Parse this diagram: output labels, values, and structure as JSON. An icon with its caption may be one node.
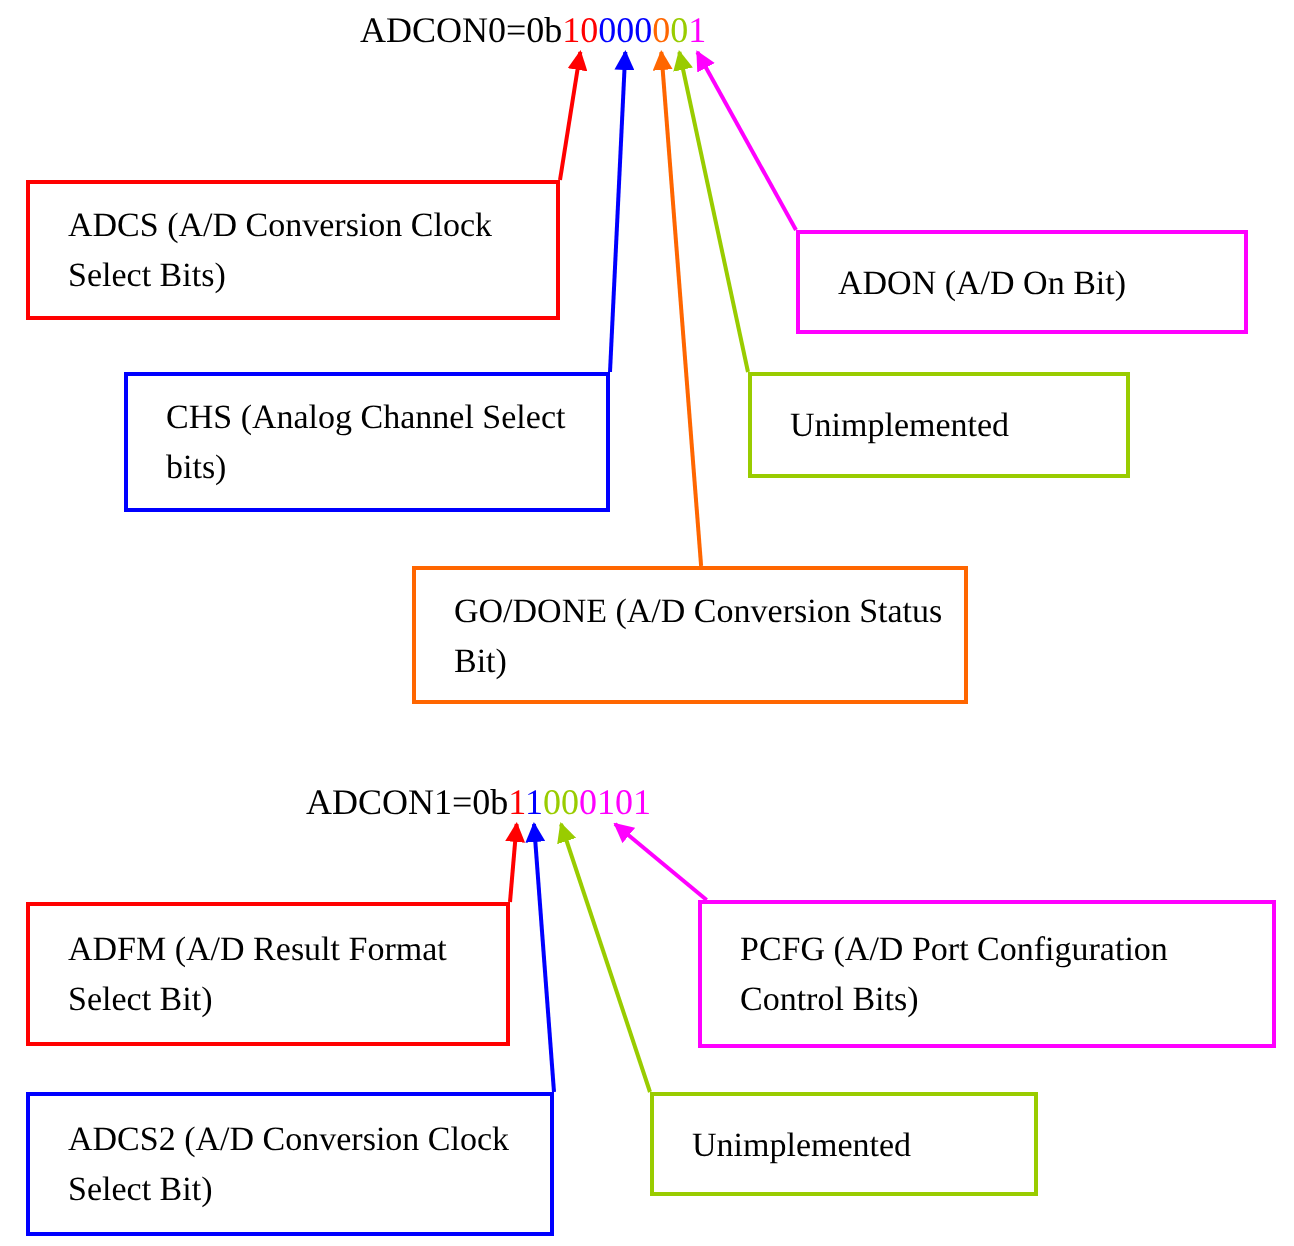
{
  "diagram": {
    "nodes": [
      {
        "text": [
          "ADCON0=0b10000001"
        ]
      },
      {
        "text": [
          "ADCS (A/D Conversion Clock Select Bits)"
        ]
      },
      {
        "text": [
          "ADON (A/D On Bit)"
        ]
      },
      {
        "text": [
          "CHS (Analog Channel Select bits)"
        ]
      },
      {
        "text": [
          "Unimplemented"
        ]
      },
      {
        "text": [
          "GO/DONE (A/D Conversion Status Bit)"
        ]
      },
      {
        "text": [
          "ADCON1=0b11000101"
        ]
      },
      {
        "text": [
          "ADFM (A/D Result Format Select Bit)"
        ]
      },
      {
        "text": [
          "PCFG (A/D Port Configuration Control Bits)"
        ]
      },
      {
        "text": [
          "ADCS2 (A/D Conversion Clock Select Bit)"
        ]
      },
      {
        "text": [
          "Unimplemented"
        ]
      }
    ],
    "edges": [
      {
        "from": 1,
        "to": 0,
        "arrow": "to",
        "color": "#ff0000"
      },
      {
        "from": 2,
        "to": 0,
        "arrow": "to",
        "color": "#ff00ff"
      },
      {
        "from": 3,
        "to": 0,
        "arrow": "to",
        "color": "#0000ff"
      },
      {
        "from": 4,
        "to": 0,
        "arrow": "to",
        "color": "#99cc00"
      },
      {
        "from": 5,
        "to": 0,
        "arrow": "to",
        "color": "#ff6600"
      },
      {
        "from": 7,
        "to": 6,
        "arrow": "to",
        "color": "#ff0000"
      },
      {
        "from": 8,
        "to": 6,
        "arrow": "to",
        "color": "#ff00ff"
      },
      {
        "from": 9,
        "to": 6,
        "arrow": "to",
        "color": "#0000ff"
      },
      {
        "from": 10,
        "to": 6,
        "arrow": "to",
        "color": "#99cc00"
      }
    ]
  }
}
